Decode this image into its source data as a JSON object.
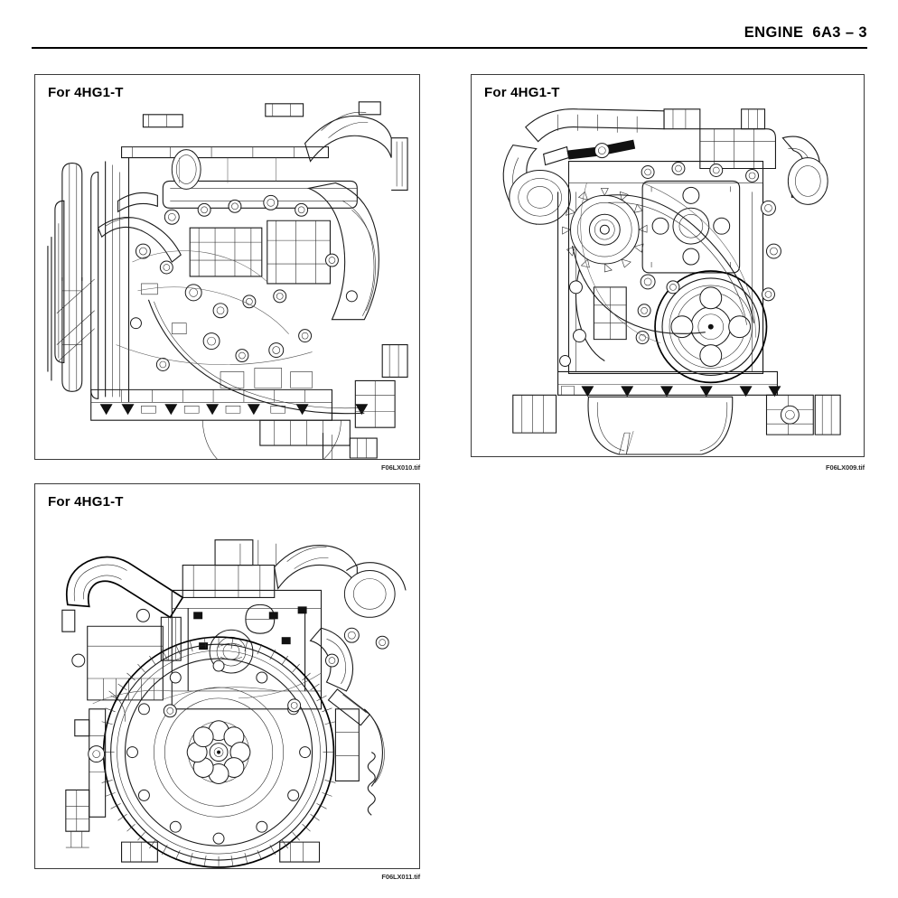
{
  "header": {
    "title": "ENGINE  6A3 – 3"
  },
  "figures": [
    {
      "id": "figure-left-side-view",
      "label": "For 4HG1-T",
      "caption": "F06LX010.tif",
      "view": "engine-side-view"
    },
    {
      "id": "figure-front-view",
      "label": "For 4HG1-T",
      "caption": "F06LX009.tif",
      "view": "engine-front-view"
    },
    {
      "id": "figure-rear-flywheel-view",
      "label": "For 4HG1-T",
      "caption": "F06LX011.tif",
      "view": "engine-rear-flywheel-view"
    }
  ]
}
